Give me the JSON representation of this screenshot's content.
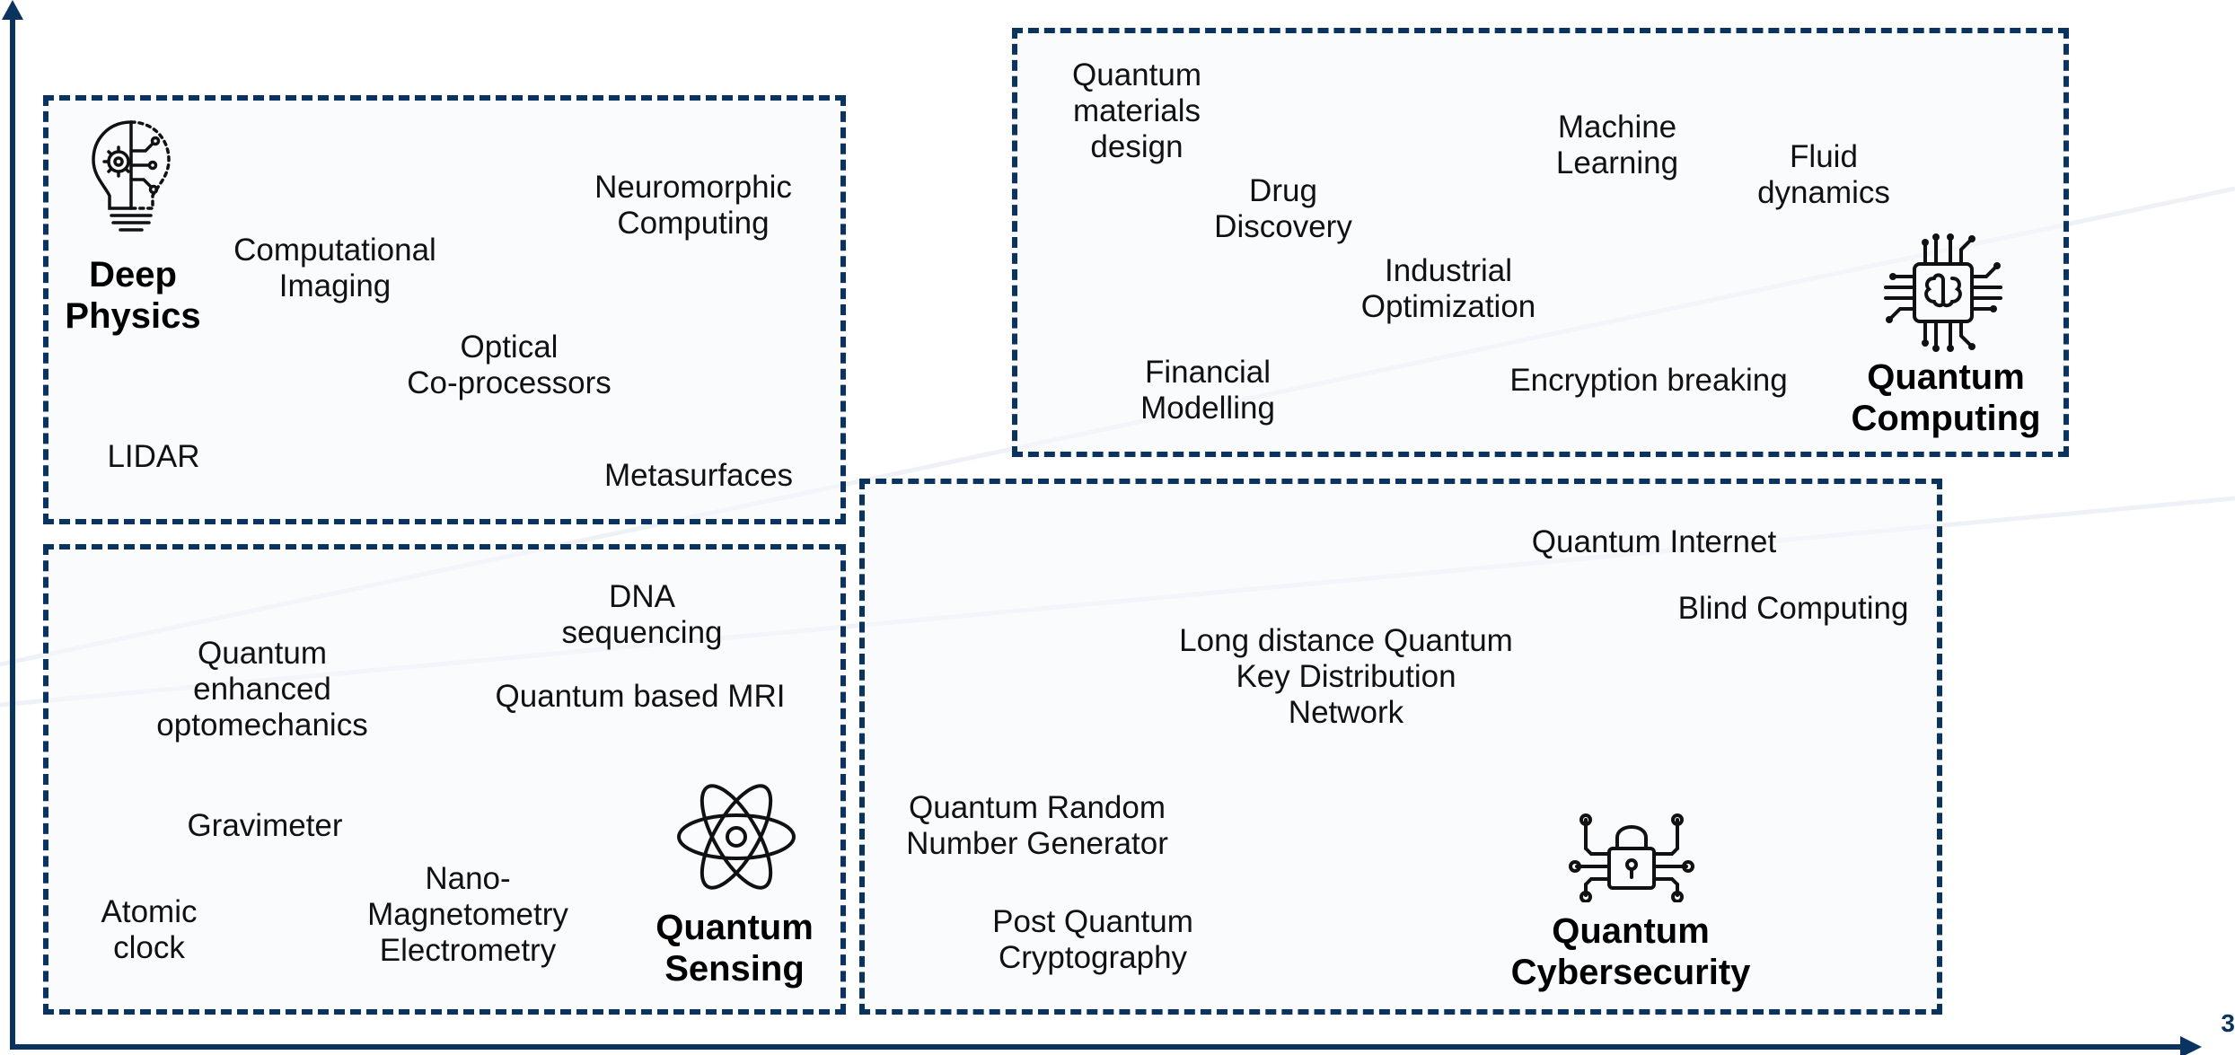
{
  "axis": {
    "corner_label": "3"
  },
  "colors": {
    "frame": "#0b3360",
    "text": "#111111",
    "accent_line": "#e8ecf1"
  },
  "boxes": {
    "deep_physics": {
      "title": "Deep\nPhysics",
      "icon": "lightbulb-circuit-icon",
      "items": {
        "computational_imaging": "Computational\nImaging",
        "neuromorphic": "Neuromorphic\nComputing",
        "optical": "Optical\nCo-processors",
        "lidar": "LIDAR",
        "metasurfaces": "Metasurfaces"
      }
    },
    "quantum_sensing": {
      "title": "Quantum\nSensing",
      "icon": "atom-icon",
      "items": {
        "dna": "DNA\nsequencing",
        "optomechanics": "Quantum\nenhanced\noptomechanics",
        "mri": "Quantum based MRI",
        "gravimeter": "Gravimeter",
        "nano": "Nano-\nMagnetometry\nElectrometry",
        "atomic_clock": "Atomic\nclock"
      }
    },
    "quantum_computing": {
      "title": "Quantum\nComputing",
      "icon": "brain-chip-icon",
      "items": {
        "materials": "Quantum\nmaterials\ndesign",
        "drug": "Drug\nDiscovery",
        "ml": "Machine\nLearning",
        "fluid": "Fluid\ndynamics",
        "industrial": "Industrial\nOptimization",
        "financial": "Financial\nModelling",
        "encryption": "Encryption breaking"
      }
    },
    "quantum_cybersecurity": {
      "title": "Quantum\nCybersecurity",
      "icon": "padlock-circuit-icon",
      "items": {
        "internet": "Quantum Internet",
        "blind": "Blind Computing",
        "qkd": "Long distance Quantum\nKey Distribution\nNetwork",
        "qrng": "Quantum Random\nNumber Generator",
        "pqc": "Post Quantum\nCryptography"
      }
    }
  }
}
